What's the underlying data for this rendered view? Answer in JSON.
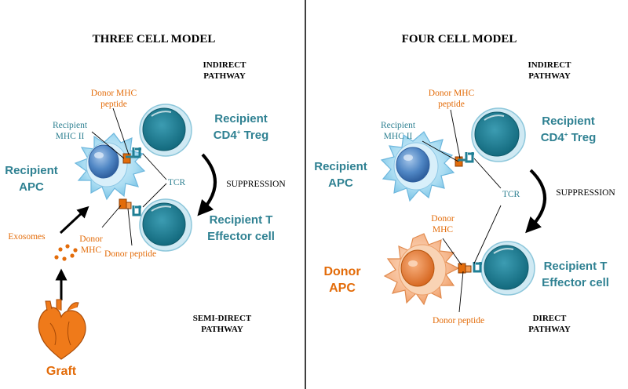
{
  "left_panel": {
    "title": "THREE CELL MODEL",
    "indirect_pathway": [
      "INDIRECT",
      "PATHWAY"
    ],
    "semidirect_pathway": [
      "SEMI-DIRECT",
      "PATHWAY"
    ],
    "recipient_apc": [
      "Recipient",
      "APC"
    ],
    "recipient_treg": [
      "Recipient",
      "CD4",
      "+",
      " Treg"
    ],
    "recipient_teff": [
      "Recipient T",
      "Effector cell"
    ],
    "donor_mhc_peptide": [
      "Donor MHC",
      "peptide"
    ],
    "recipient_mhc_ii": [
      "Recipient",
      "MHC II"
    ],
    "tcr": "TCR",
    "suppression": "SUPPRESSION",
    "donor_mhc": [
      "Donor",
      "MHC"
    ],
    "donor_peptide": "Donor peptide",
    "exosomes": "Exosomes",
    "graft": "Graft"
  },
  "right_panel": {
    "title": "FOUR CELL MODEL",
    "indirect_pathway": [
      "INDIRECT",
      "PATHWAY"
    ],
    "direct_pathway": [
      "DIRECT",
      "PATHWAY"
    ],
    "recipient_apc": [
      "Recipient",
      "APC"
    ],
    "recipient_treg": [
      "Recipient",
      "CD4",
      "+",
      " Treg"
    ],
    "recipient_teff": [
      "Recipient T",
      "Effector cell"
    ],
    "donor_apc": [
      "Donor",
      "APC"
    ],
    "donor_mhc_peptide": [
      "Donor MHC",
      "peptide"
    ],
    "recipient_mhc_ii": [
      "Recipient",
      "MHC II"
    ],
    "tcr": "TCR",
    "suppression": "SUPPRESSION",
    "donor_mhc": [
      "Donor",
      "MHC"
    ],
    "donor_peptide": "Donor peptide"
  },
  "colors": {
    "teal_text": "#2f8192",
    "orange": "#e36c0a",
    "apc_blue": "#a9dcf2",
    "t_cell": "#1f7f95",
    "donor_apc": "#f5b58a"
  }
}
